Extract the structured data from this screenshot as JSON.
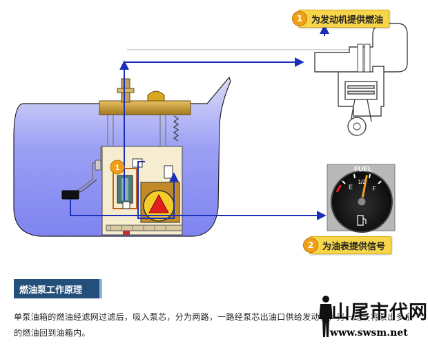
{
  "callouts": [
    {
      "number": "1",
      "label": "为发动机提供燃油"
    },
    {
      "number": "2",
      "label": "为油表提供信号"
    }
  ],
  "pump_marker": "1",
  "gauge": {
    "title": "FUEL",
    "empty_mark": "E",
    "half_mark": "1/2",
    "full_mark": "F",
    "needle_level": 0.6
  },
  "section_title": "燃油泵工作原理",
  "description": "单泵油箱的燃油经滤网过滤后，吸入泵芯，分为两路，一路经泵芯出油口供给发动机，另一路是将泵出多余的燃油回到油箱内。",
  "watermark": {
    "logo_text": "山尾市代网",
    "url": "www.swsm.net"
  },
  "colors": {
    "arrow": "#1a2fb8",
    "tank": "#7f84f0",
    "callout": "#f7d64a",
    "title_bar": "#234f7a"
  }
}
